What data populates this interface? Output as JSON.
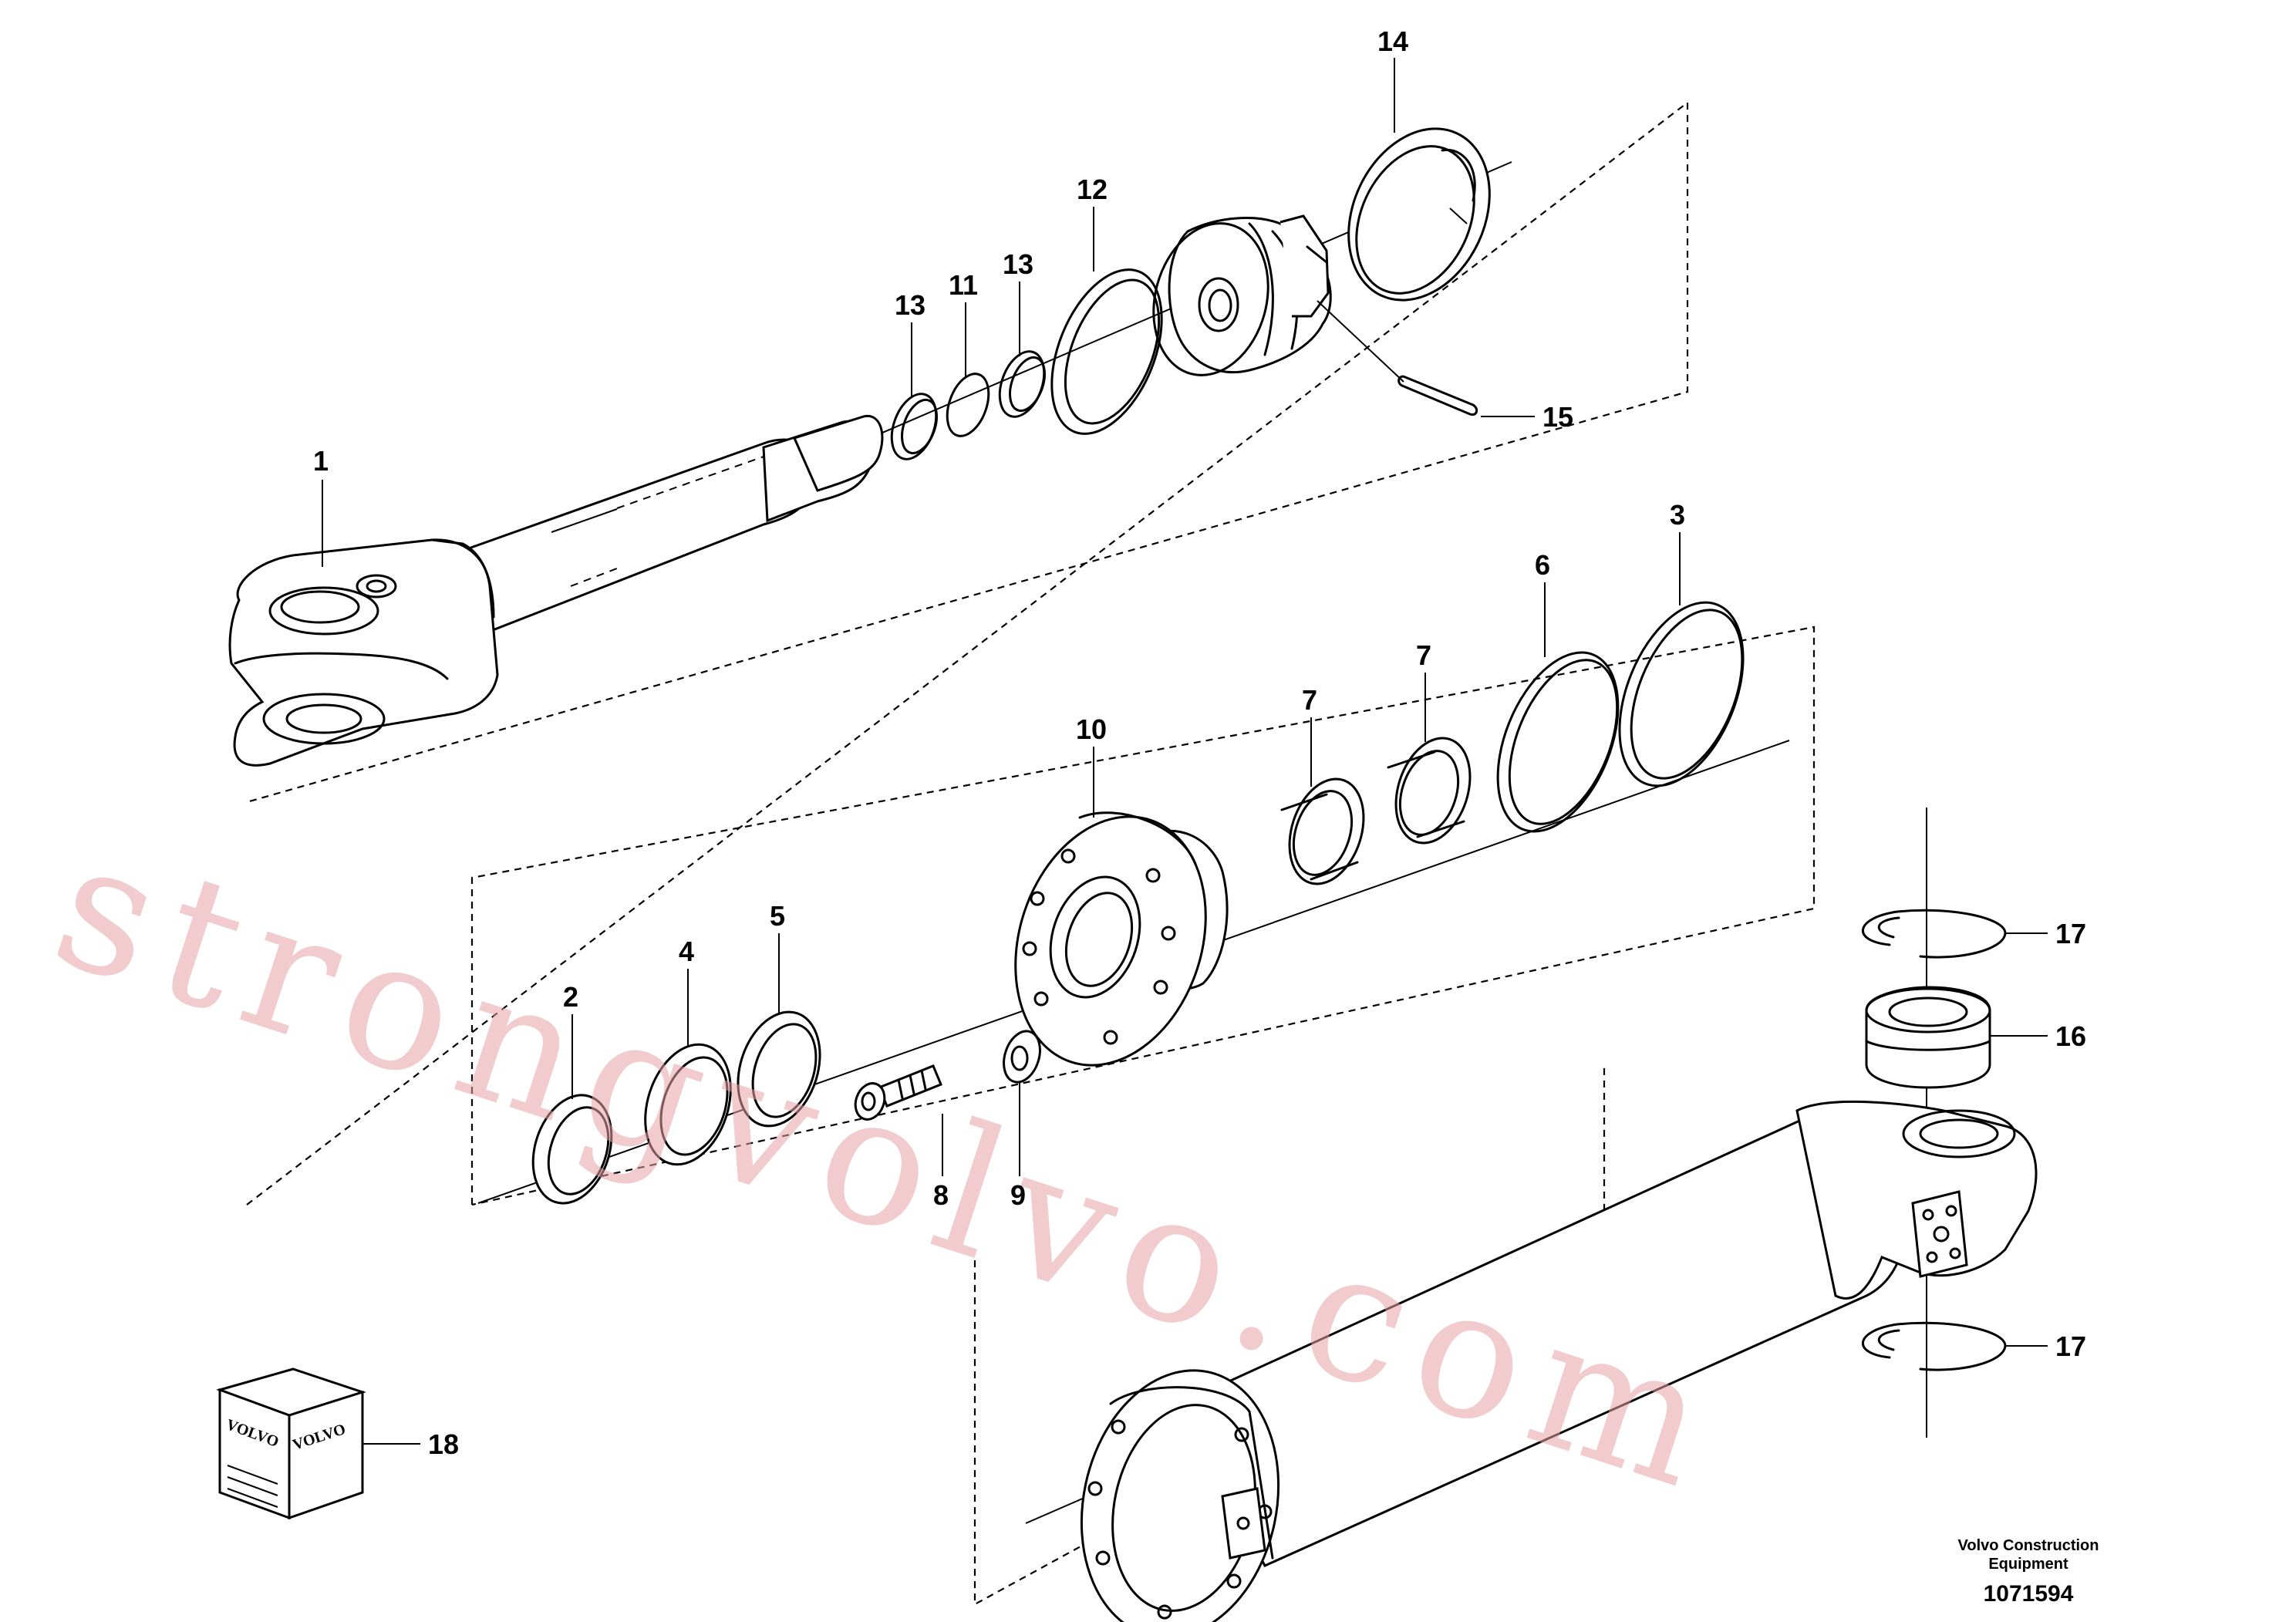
{
  "watermark": "strongvolvo.com",
  "callouts": {
    "c1": "1",
    "c2": "2",
    "c3": "3",
    "c4": "4",
    "c5": "5",
    "c6": "6",
    "c7a": "7",
    "c7b": "7",
    "c8": "8",
    "c9": "9",
    "c10": "10",
    "c11": "11",
    "c12": "12",
    "c13a": "13",
    "c13b": "13",
    "c14": "14",
    "c15": "15",
    "c16": "16",
    "c17a": "17",
    "c17b": "17",
    "c18": "18"
  },
  "kit_box": {
    "brand_front": "VOLVO",
    "brand_side": "VOLVO"
  },
  "footer": {
    "maker_line1": "Volvo Construction",
    "maker_line2": "Equipment",
    "drawing_number": "1071594"
  }
}
